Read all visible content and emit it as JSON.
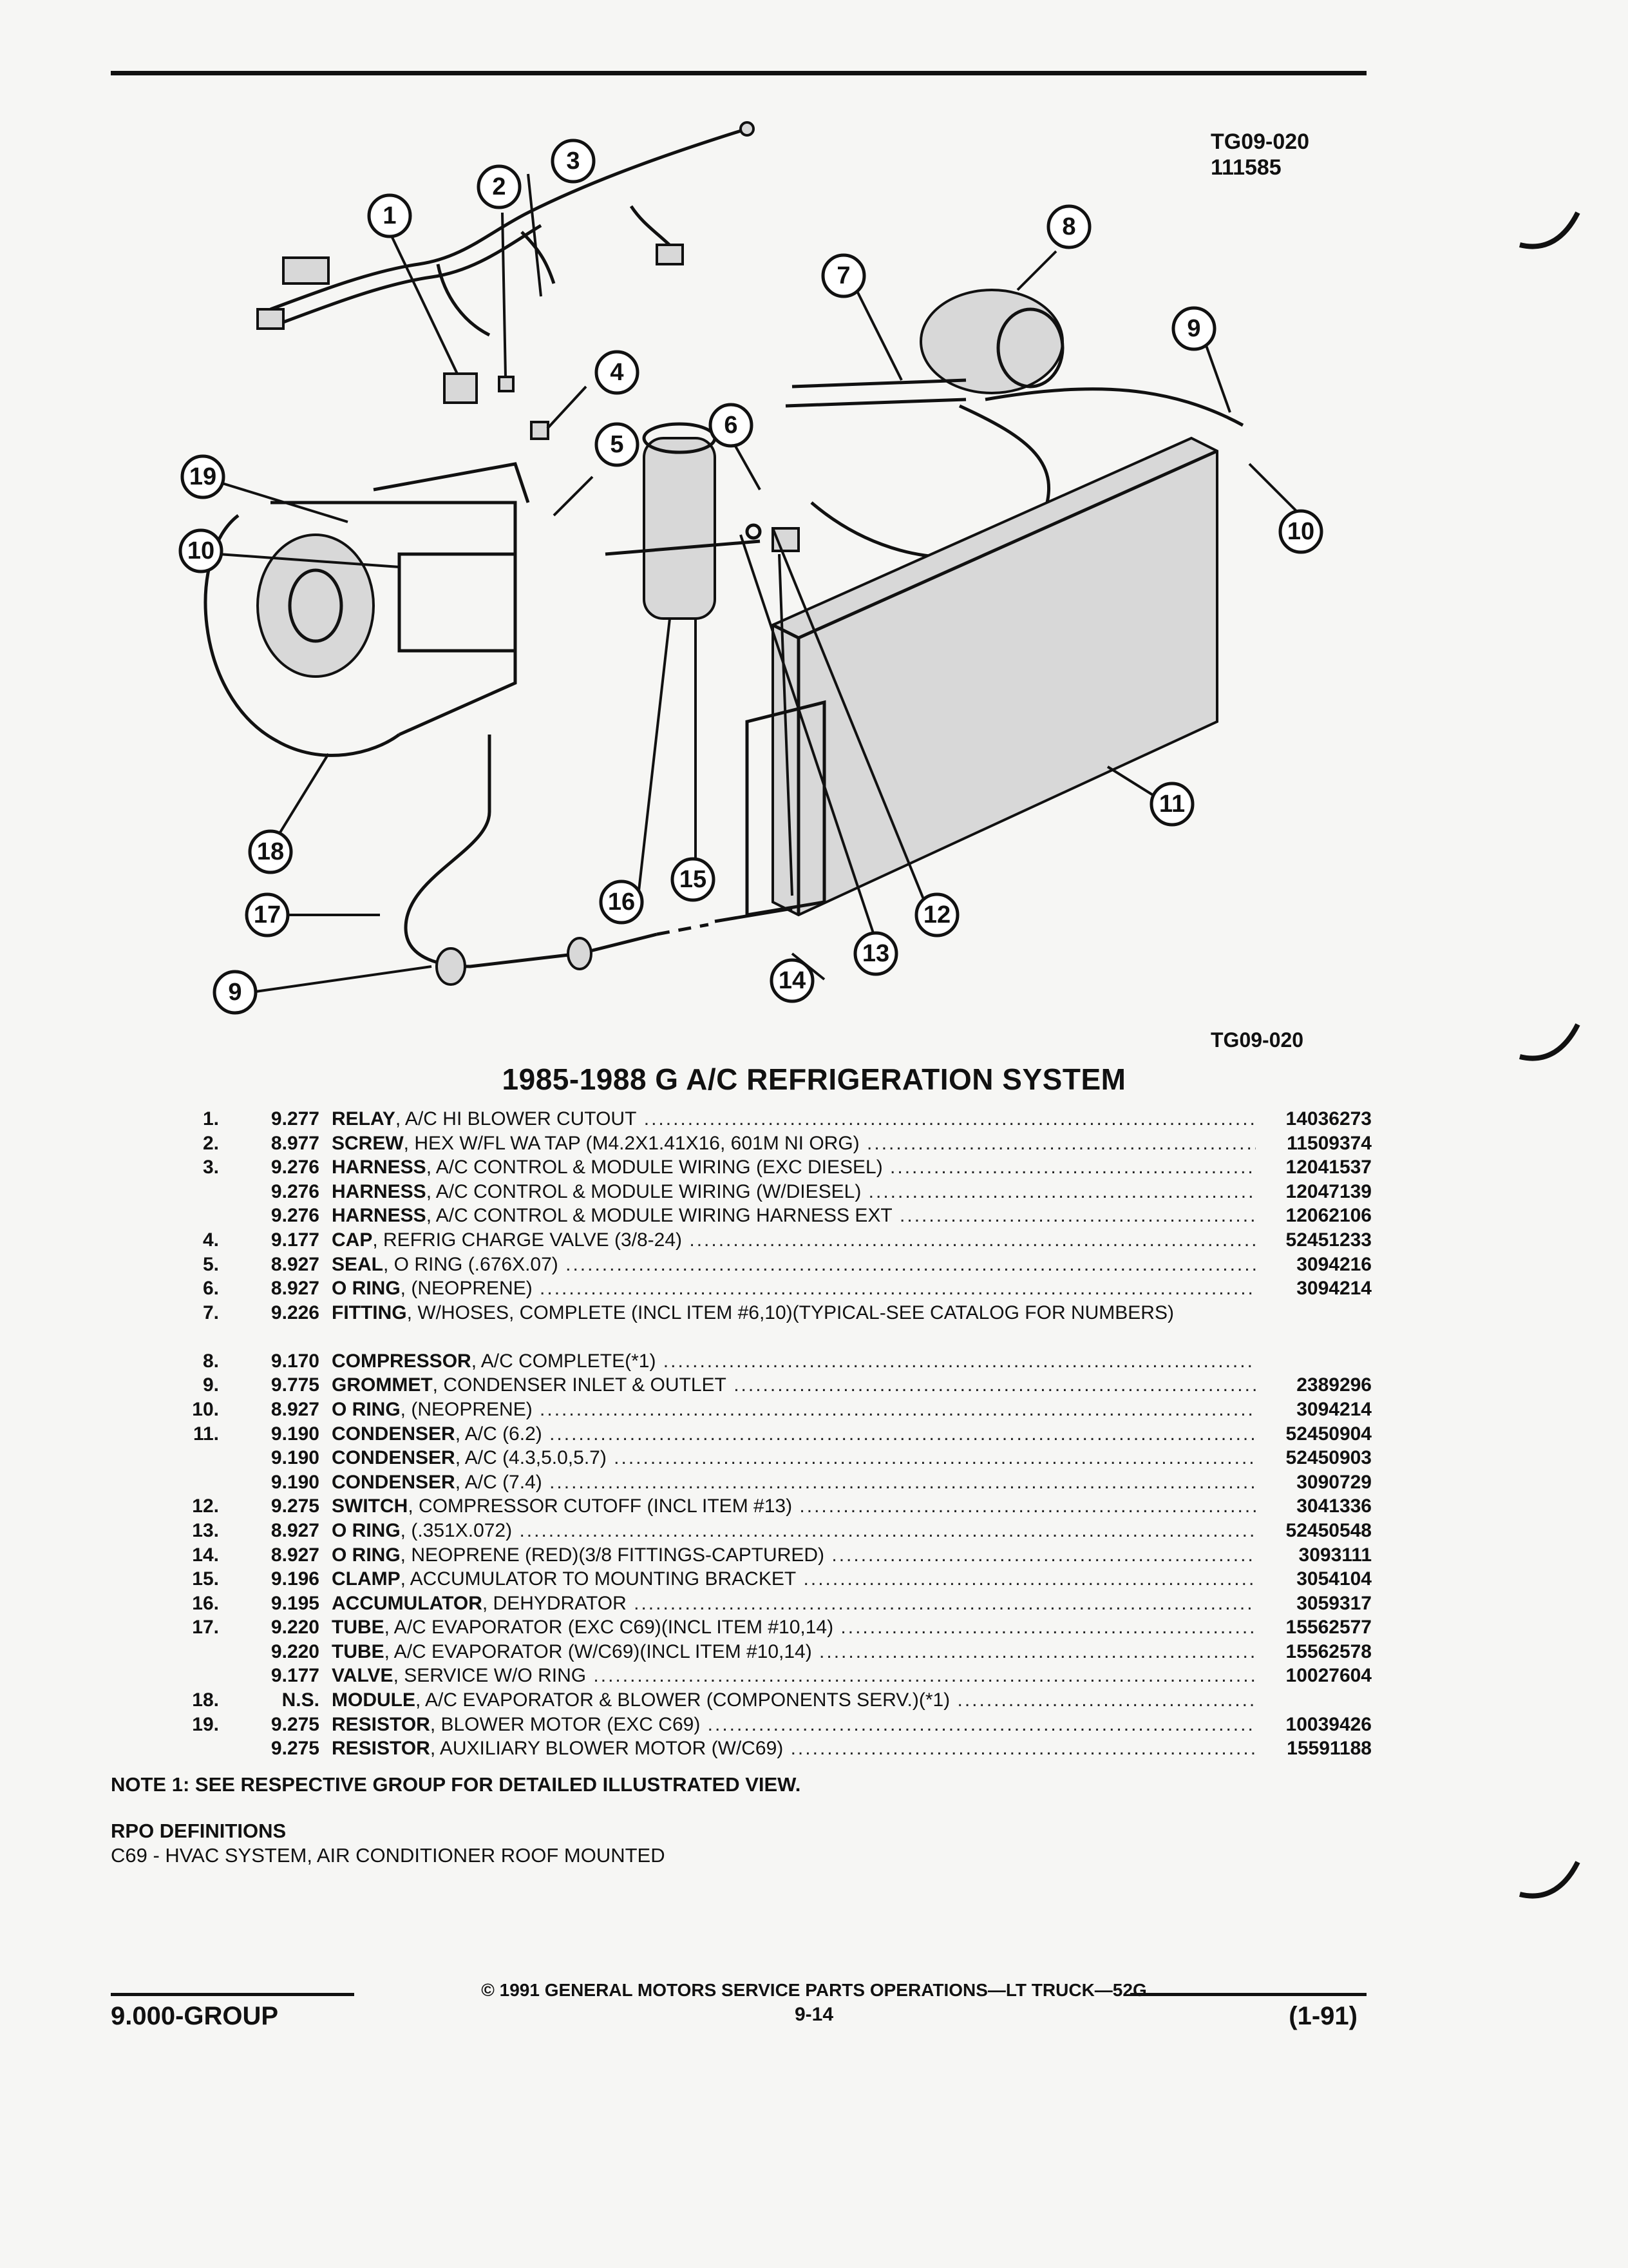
{
  "header": {
    "code1": "TG09-020",
    "code2": "111585",
    "code_bottom": "TG09-020"
  },
  "title": "1985-1988 G A/C REFRIGERATION SYSTEM",
  "callouts": [
    "1",
    "2",
    "3",
    "4",
    "5",
    "6",
    "7",
    "8",
    "9",
    "10",
    "11",
    "12",
    "13",
    "14",
    "15",
    "16",
    "17",
    "18",
    "19",
    "10",
    "9"
  ],
  "parts": [
    {
      "num": "1.",
      "grp": "9.277",
      "name": "RELAY",
      "desc": ", A/C HI BLOWER CUTOUT",
      "pn": "14036273"
    },
    {
      "num": "2.",
      "grp": "8.977",
      "name": "SCREW",
      "desc": ", HEX W/FL WA TAP (M4.2X1.41X16, 601M NI ORG)",
      "pn": "11509374"
    },
    {
      "num": "3.",
      "grp": "9.276",
      "name": "HARNESS",
      "desc": ", A/C CONTROL & MODULE WIRING (EXC DIESEL)",
      "pn": "12041537"
    },
    {
      "num": "",
      "grp": "9.276",
      "name": "HARNESS",
      "desc": ", A/C CONTROL & MODULE WIRING (W/DIESEL)",
      "pn": "12047139"
    },
    {
      "num": "",
      "grp": "9.276",
      "name": "HARNESS",
      "desc": ", A/C CONTROL & MODULE WIRING HARNESS EXT",
      "pn": "12062106"
    },
    {
      "num": "4.",
      "grp": "9.177",
      "name": "CAP",
      "desc": ", REFRIG CHARGE VALVE (3/8-24)",
      "pn": "52451233"
    },
    {
      "num": "5.",
      "grp": "8.927",
      "name": "SEAL",
      "desc": ", O RING (.676X.07)",
      "pn": "3094216"
    },
    {
      "num": "6.",
      "grp": "8.927",
      "name": "O RING",
      "desc": ", (NEOPRENE)",
      "pn": "3094214"
    },
    {
      "num": "7.",
      "grp": "9.226",
      "name": "FITTING",
      "desc": ", W/HOSES, COMPLETE (INCL ITEM #6,10)(TYPICAL-SEE CATALOG FOR NUMBERS)",
      "pn": "",
      "tall": true
    },
    {
      "num": "8.",
      "grp": "9.170",
      "name": "COMPRESSOR",
      "desc": ", A/C COMPLETE(*1)",
      "pn": ""
    },
    {
      "num": "9.",
      "grp": "9.775",
      "name": "GROMMET",
      "desc": ", CONDENSER INLET & OUTLET",
      "pn": "2389296"
    },
    {
      "num": "10.",
      "grp": "8.927",
      "name": "O RING",
      "desc": ", (NEOPRENE)",
      "pn": "3094214"
    },
    {
      "num": "11.",
      "grp": "9.190",
      "name": "CONDENSER",
      "desc": ", A/C (6.2)",
      "pn": "52450904"
    },
    {
      "num": "",
      "grp": "9.190",
      "name": "CONDENSER",
      "desc": ", A/C (4.3,5.0,5.7)",
      "pn": "52450903"
    },
    {
      "num": "",
      "grp": "9.190",
      "name": "CONDENSER",
      "desc": ", A/C (7.4)",
      "pn": "3090729"
    },
    {
      "num": "12.",
      "grp": "9.275",
      "name": "SWITCH",
      "desc": ", COMPRESSOR CUTOFF (INCL ITEM #13)",
      "pn": "3041336"
    },
    {
      "num": "13.",
      "grp": "8.927",
      "name": "O RING",
      "desc": ", (.351X.072)",
      "pn": "52450548"
    },
    {
      "num": "14.",
      "grp": "8.927",
      "name": "O RING",
      "desc": ", NEOPRENE (RED)(3/8 FITTINGS-CAPTURED)",
      "pn": "3093111"
    },
    {
      "num": "15.",
      "grp": "9.196",
      "name": "CLAMP",
      "desc": ", ACCUMULATOR TO MOUNTING BRACKET",
      "pn": "3054104"
    },
    {
      "num": "16.",
      "grp": "9.195",
      "name": "ACCUMULATOR",
      "desc": ", DEHYDRATOR",
      "pn": "3059317"
    },
    {
      "num": "17.",
      "grp": "9.220",
      "name": "TUBE",
      "desc": ", A/C EVAPORATOR (EXC C69)(INCL ITEM #10,14)",
      "pn": "15562577"
    },
    {
      "num": "",
      "grp": "9.220",
      "name": "TUBE",
      "desc": ", A/C EVAPORATOR (W/C69)(INCL ITEM #10,14)",
      "pn": "15562578"
    },
    {
      "num": "",
      "grp": "9.177",
      "name": "VALVE",
      "desc": ", SERVICE W/O RING",
      "pn": "10027604"
    },
    {
      "num": "18.",
      "grp": "N.S.",
      "name": "MODULE",
      "desc": ", A/C EVAPORATOR & BLOWER (COMPONENTS SERV.)(*1)",
      "pn": ""
    },
    {
      "num": "19.",
      "grp": "9.275",
      "name": "RESISTOR",
      "desc": ", BLOWER MOTOR (EXC C69)",
      "pn": "10039426"
    },
    {
      "num": "",
      "grp": "9.275",
      "name": "RESISTOR",
      "desc": ", AUXILIARY BLOWER MOTOR (W/C69)",
      "pn": "15591188"
    }
  ],
  "note": "NOTE  1:  SEE RESPECTIVE GROUP FOR DETAILED ILLUSTRATED VIEW.",
  "rpo": {
    "heading": "RPO DEFINITIONS",
    "line": "C69 - HVAC SYSTEM, AIR CONDITIONER ROOF MOUNTED"
  },
  "footer": {
    "left": "9.000-GROUP",
    "center": "© 1991 GENERAL MOTORS SERVICE PARTS OPERATIONS—LT TRUCK—52G",
    "page": "9-14",
    "right": "(1-91)"
  }
}
